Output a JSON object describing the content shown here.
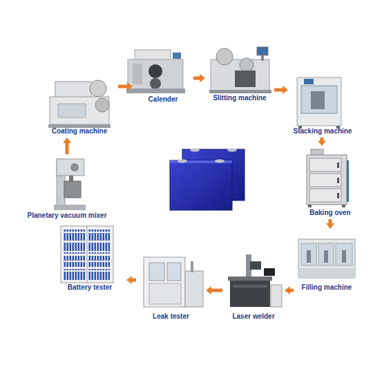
{
  "diagram": {
    "nodes": [
      {
        "text": [
          "Planetary vacuum mixer"
        ]
      },
      {
        "text": [
          "Coating machine"
        ]
      },
      {
        "text": [
          "Calender"
        ]
      },
      {
        "text": [
          "Slitting machine"
        ]
      },
      {
        "text": [
          "Stacking machine"
        ]
      },
      {
        "text": [
          "Baking oven"
        ]
      },
      {
        "text": [
          "Filling machine"
        ]
      },
      {
        "text": [
          "Laser welder"
        ]
      },
      {
        "text": [
          "Leak tester"
        ]
      },
      {
        "text": [
          "Battery tester"
        ]
      }
    ],
    "edges": [
      {
        "from": 0,
        "to": 1,
        "arrow": "to"
      },
      {
        "from": 1,
        "to": 2,
        "arrow": "to"
      },
      {
        "from": 2,
        "to": 3,
        "arrow": "to"
      },
      {
        "from": 3,
        "to": 4,
        "arrow": "to"
      },
      {
        "from": 4,
        "to": 5,
        "arrow": "to"
      },
      {
        "from": 5,
        "to": 6,
        "arrow": "to"
      },
      {
        "from": 6,
        "to": 7,
        "arrow": "to"
      },
      {
        "from": 7,
        "to": 8,
        "arrow": "to"
      },
      {
        "from": 8,
        "to": 9,
        "arrow": "to"
      }
    ]
  }
}
